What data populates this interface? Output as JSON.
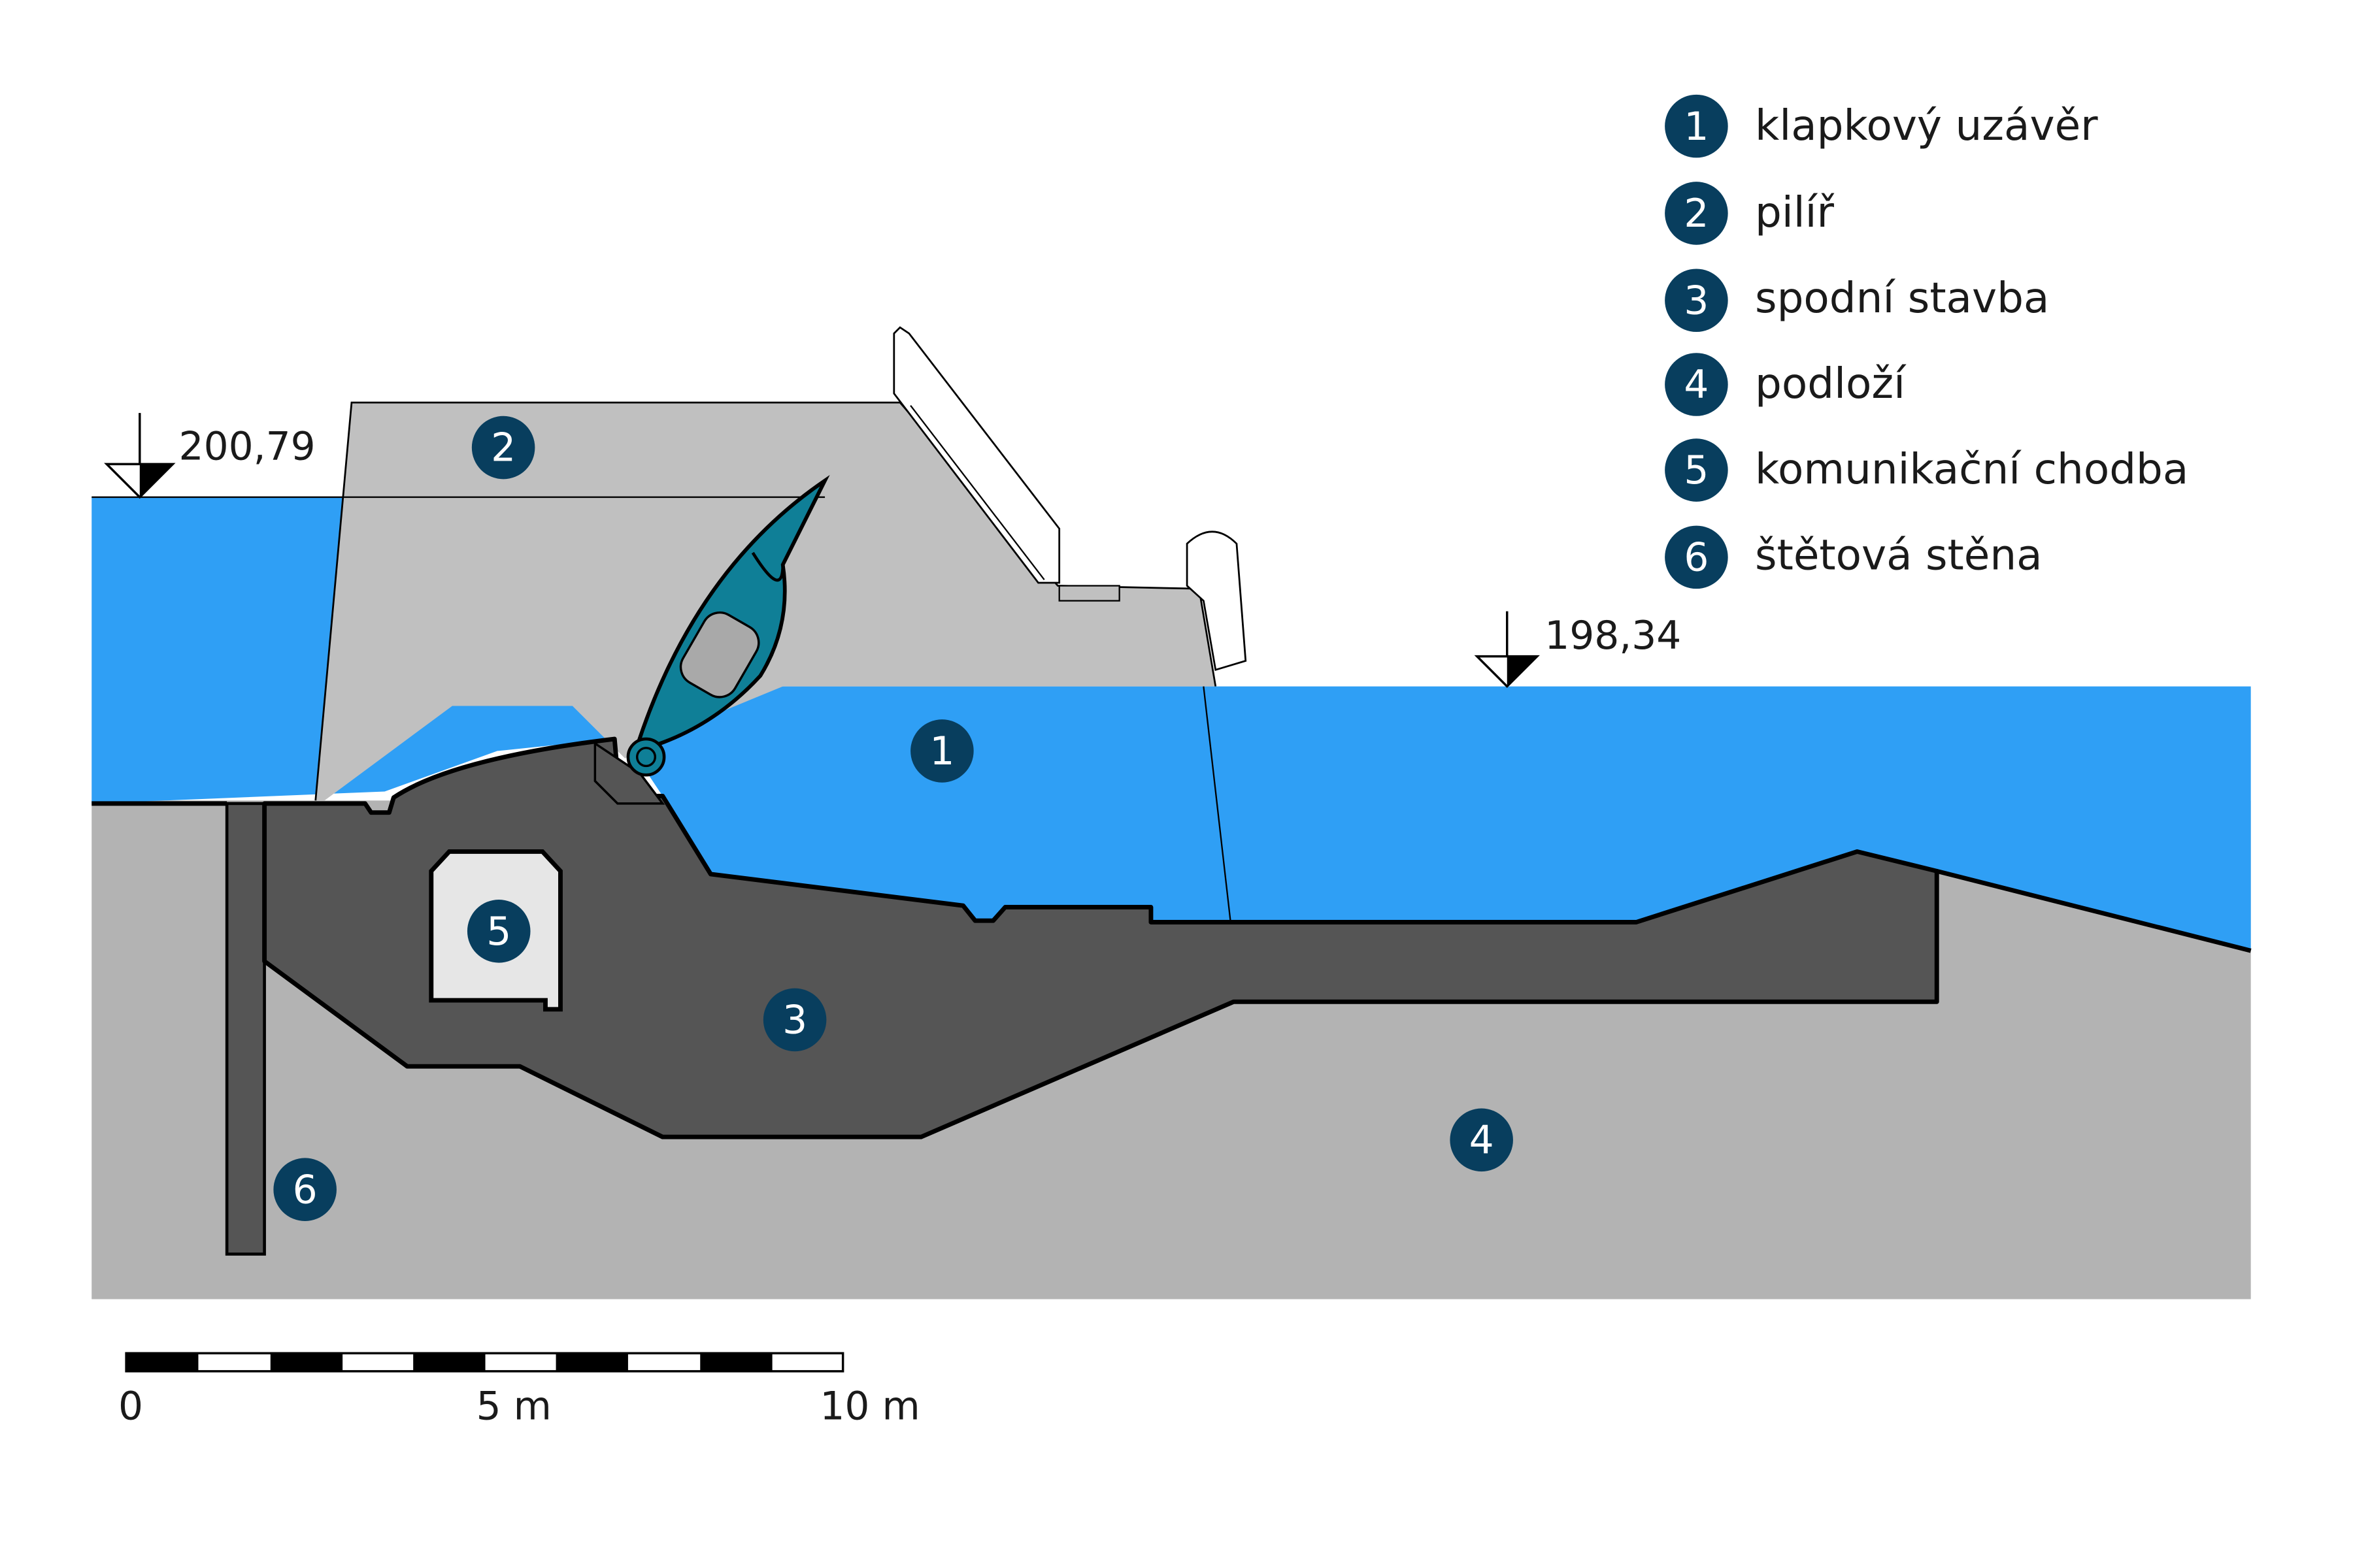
{
  "elevations": {
    "upstream": "200,79",
    "downstream": "198,34"
  },
  "legend": [
    {
      "number": "1",
      "text": "klapkový uzávěr"
    },
    {
      "number": "2",
      "text": "pilíř"
    },
    {
      "number": "3",
      "text": "spodní stavba"
    },
    {
      "number": "4",
      "text": "podloží"
    },
    {
      "number": "5",
      "text": "komunikační chodba"
    },
    {
      "number": "6",
      "text": "štětová stěna"
    }
  ],
  "markers": {
    "m1": "1",
    "m2": "2",
    "m3": "3",
    "m4": "4",
    "m5": "5",
    "m6": "6"
  },
  "scale": {
    "label_0": "0",
    "label_5": "5 m",
    "label_10": "10 m"
  },
  "colors": {
    "water": "#2f9ff5",
    "pier": "#c0c0c0",
    "substructure": "#555555",
    "subsoil": "#b3b3b3",
    "gallery": "#e6e6e6",
    "gate": "#0f7f97",
    "marker": "#083e5e"
  }
}
